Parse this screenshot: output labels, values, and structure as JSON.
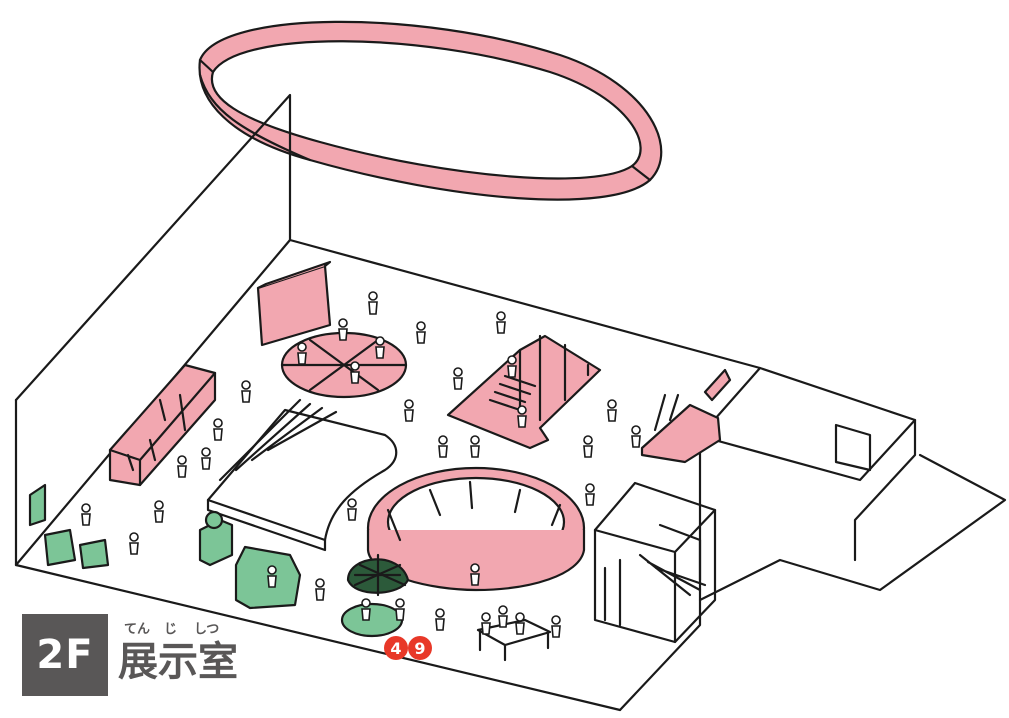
{
  "floor": {
    "label": "2F"
  },
  "room": {
    "name": "展示室",
    "reading": [
      "てん",
      "じ",
      "しつ"
    ]
  },
  "markers": [
    "4",
    "9"
  ],
  "colors": {
    "line": "#1a1a1a",
    "pink": "#f2a7b0",
    "green": "#7cc597",
    "badge": "#595757",
    "marker": "#e83828",
    "text": "#595757"
  }
}
